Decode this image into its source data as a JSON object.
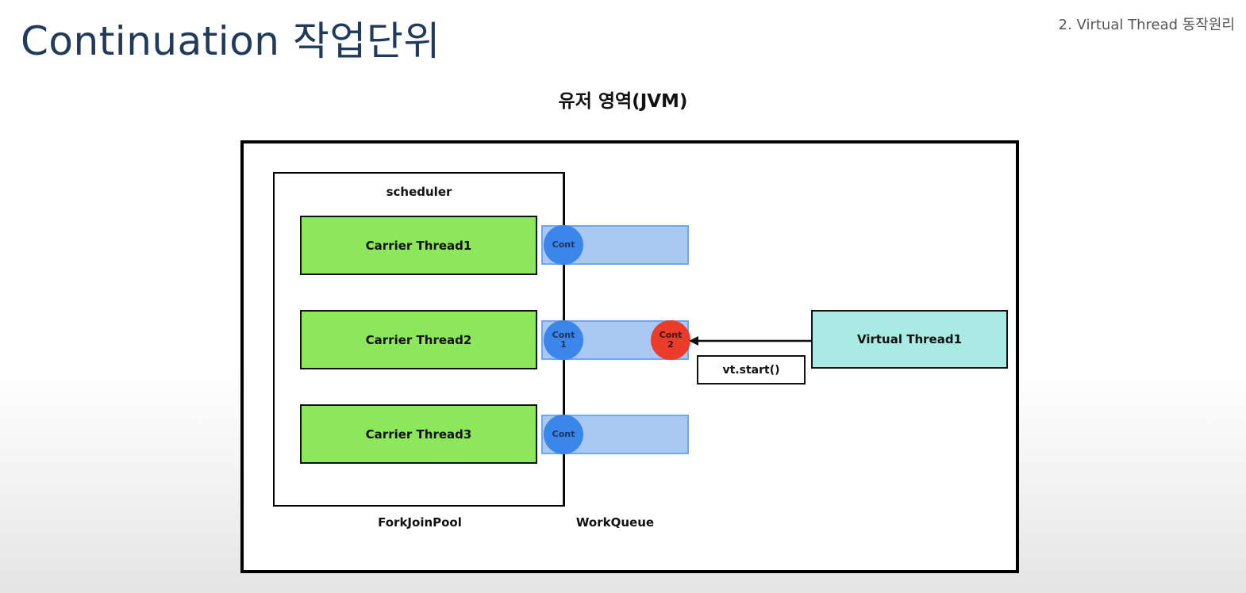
{
  "slide": {
    "title": "Continuation 작업단위",
    "section": "2.  Virtual Thread 동작원리"
  },
  "diagram": {
    "title": "유저 영역(JVM)",
    "scheduler_label": "scheduler",
    "pool_label": "ForkJoinPool",
    "queue_label": "WorkQueue",
    "carriers": [
      {
        "label": "Carrier Thread1"
      },
      {
        "label": "Carrier Thread2"
      },
      {
        "label": "Carrier Thread3"
      }
    ],
    "queues": [
      {
        "conts": [
          {
            "line1": "Cont",
            "line2": "",
            "color": "blue"
          }
        ]
      },
      {
        "conts": [
          {
            "line1": "Cont",
            "line2": "1",
            "color": "blue"
          },
          {
            "line1": "Cont",
            "line2": "2",
            "color": "red"
          }
        ]
      },
      {
        "conts": [
          {
            "line1": "Cont",
            "line2": "",
            "color": "blue"
          }
        ]
      }
    ],
    "virtual_thread": "Virtual Thread1",
    "call_label": "vt.start()",
    "colors": {
      "carrier_fill": "#8ce85a",
      "queue_fill": "#a9c9f5",
      "cont_blue": "#3b86ea",
      "cont_red": "#ea3b2b",
      "virtual_thread_fill": "#a9ebe4",
      "title_color": "#1f3a5a"
    }
  }
}
